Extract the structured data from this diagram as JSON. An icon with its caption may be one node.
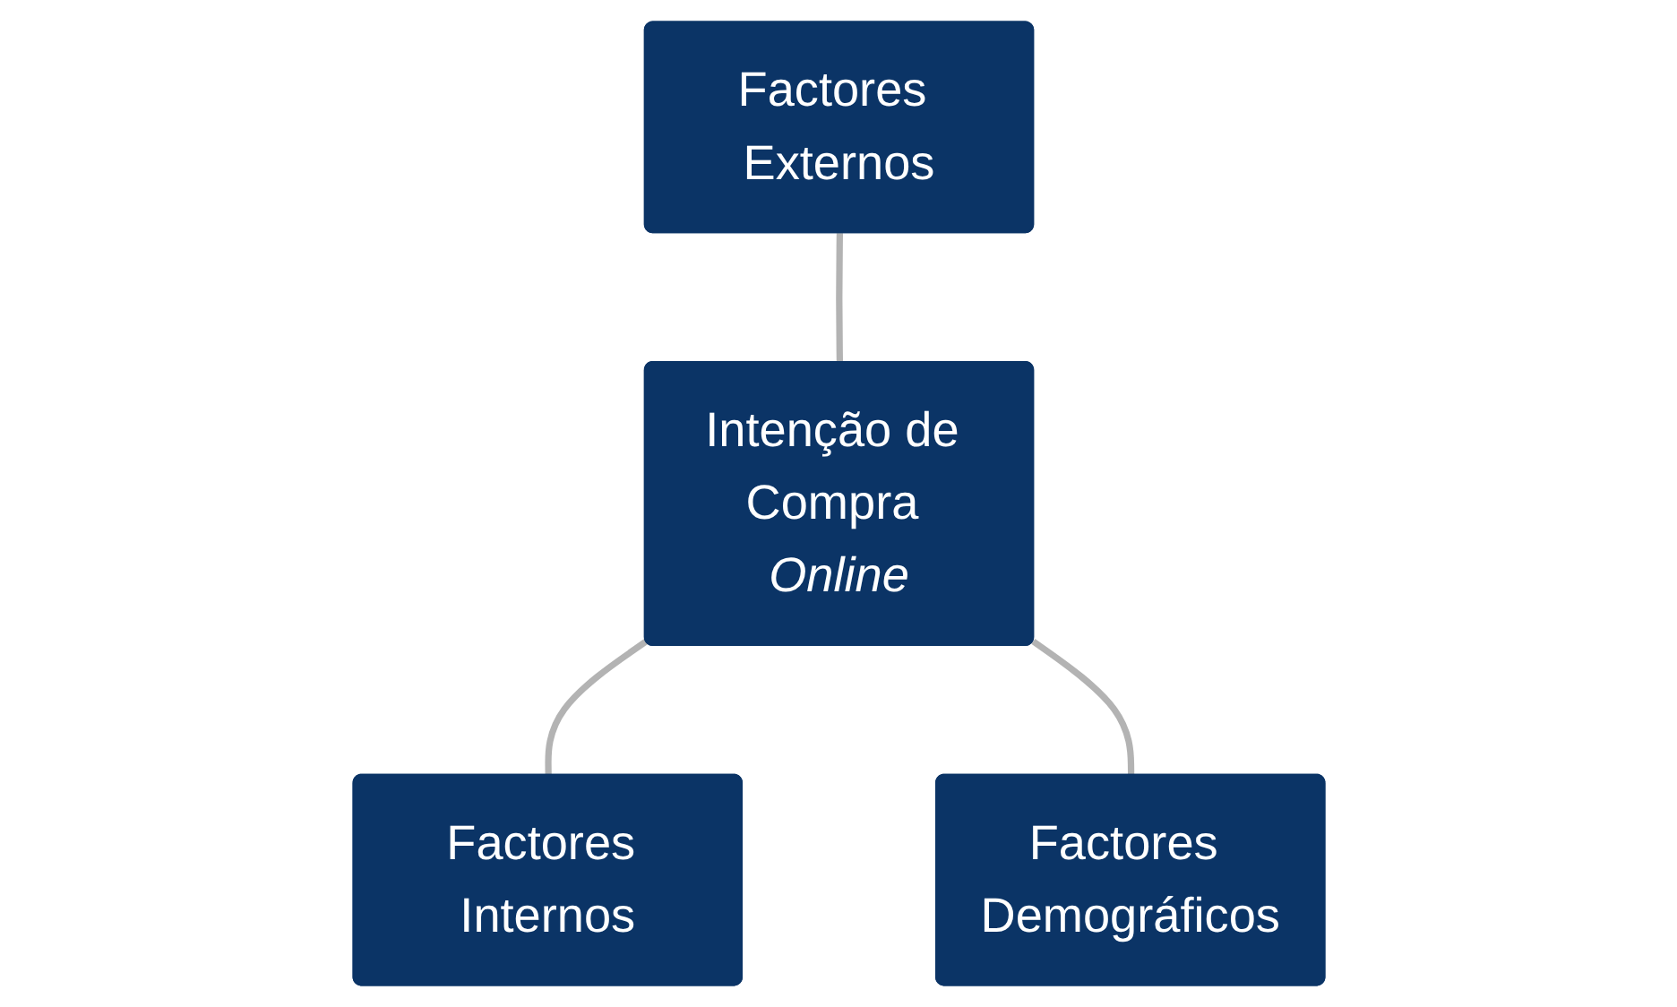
{
  "diagram": {
    "nodes": [
      {
        "text": [
          "Factores Externos"
        ]
      },
      {
        "text": [
          "Factores Internos"
        ]
      },
      {
        "text": [
          "Intenção de Compra *Online*"
        ]
      },
      {
        "text": [
          "Factores Demográficos"
        ]
      }
    ],
    "edges": [
      {
        "from": 0,
        "to": 2,
        "arrow": "none"
      },
      {
        "from": 2,
        "to": 1,
        "arrow": "none"
      },
      {
        "from": 2,
        "to": 3,
        "arrow": "none"
      }
    ]
  }
}
